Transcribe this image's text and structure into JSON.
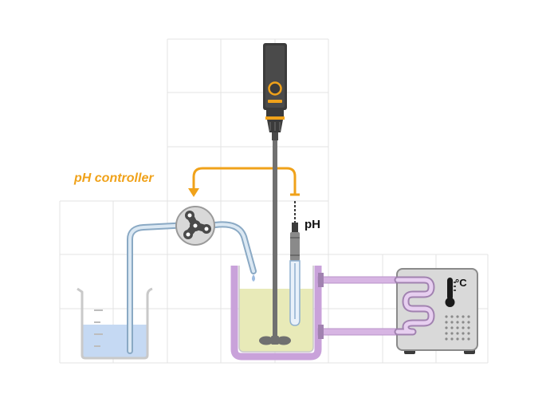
{
  "labels": {
    "ph_controller": "pH controller",
    "ph_probe": "pH",
    "temperature_unit": "°C"
  },
  "colors": {
    "accent_orange": "#f0a21a",
    "jacket_purple": "#c9a2da",
    "culture_medium": "#e8eab8",
    "reservoir_liquid": "#c5d9f3",
    "tubing": "#a9c4dc",
    "pump_head": "#4a4a4a",
    "motor_body": "#3b3b3b",
    "shaft": "#707070",
    "grid": "#e3e3e3",
    "circulator_body": "#d9d9d9",
    "water_coil": "#d7b5e3"
  },
  "icons": {
    "thermometer": "thermometer-icon",
    "pump": "peristaltic-pump-icon"
  }
}
